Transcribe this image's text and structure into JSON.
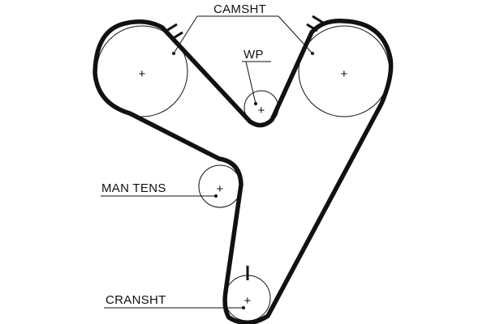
{
  "diagram": {
    "labels": {
      "camshaft": "CAMSHT",
      "water_pump": "WP",
      "manual_tensioner": "MAN TENS",
      "crankshaft": "CRANSHT"
    },
    "pulley_center_symbol": "+",
    "colors": {
      "line": "#111111",
      "background": "#ffffff"
    }
  }
}
